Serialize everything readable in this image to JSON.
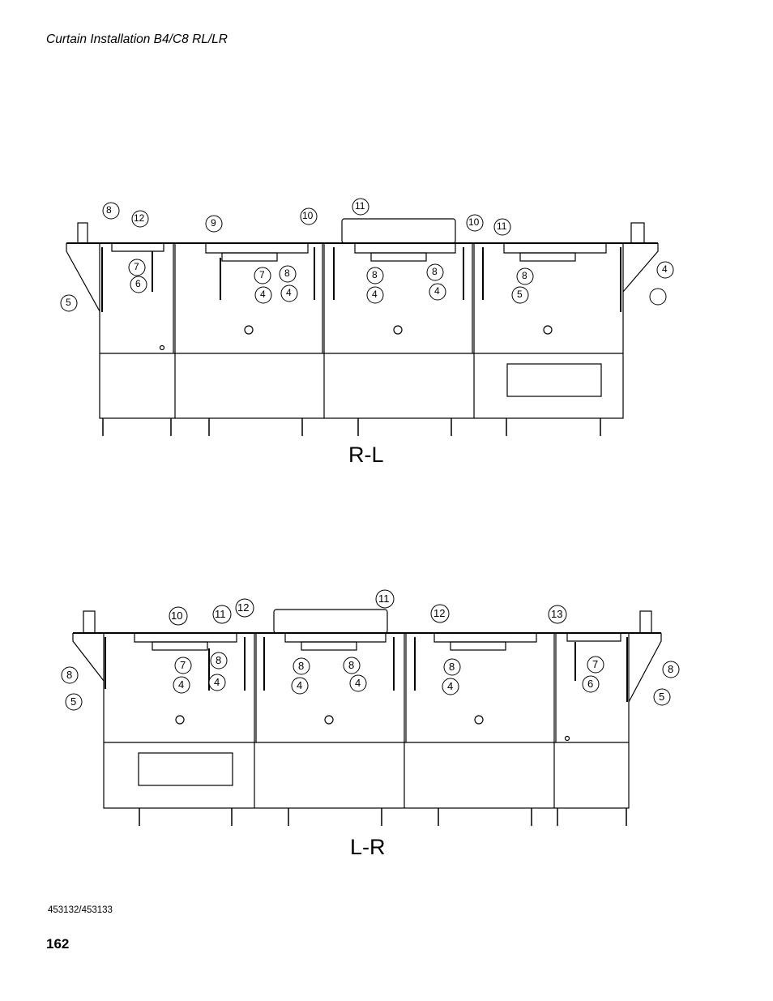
{
  "header": {
    "title": "Curtain Installation B4/C8 RL/LR"
  },
  "footer": {
    "doc_number": "453132/453133",
    "page_number": "162"
  },
  "views": {
    "rl": {
      "label": "R-L",
      "callouts": [
        "8",
        "12",
        "9",
        "10",
        "11",
        "10",
        "11",
        "7",
        "6",
        "7",
        "8",
        "8",
        "8",
        "8",
        "4",
        "4",
        "4",
        "4",
        "4",
        "5",
        "5"
      ]
    },
    "lr": {
      "label": "L-R",
      "callouts": [
        "10",
        "11",
        "12",
        "11",
        "12",
        "13",
        "8",
        "8",
        "8",
        "8",
        "7",
        "7",
        "4",
        "4",
        "4",
        "4",
        "4",
        "6",
        "8",
        "5",
        "5",
        "8"
      ]
    }
  }
}
